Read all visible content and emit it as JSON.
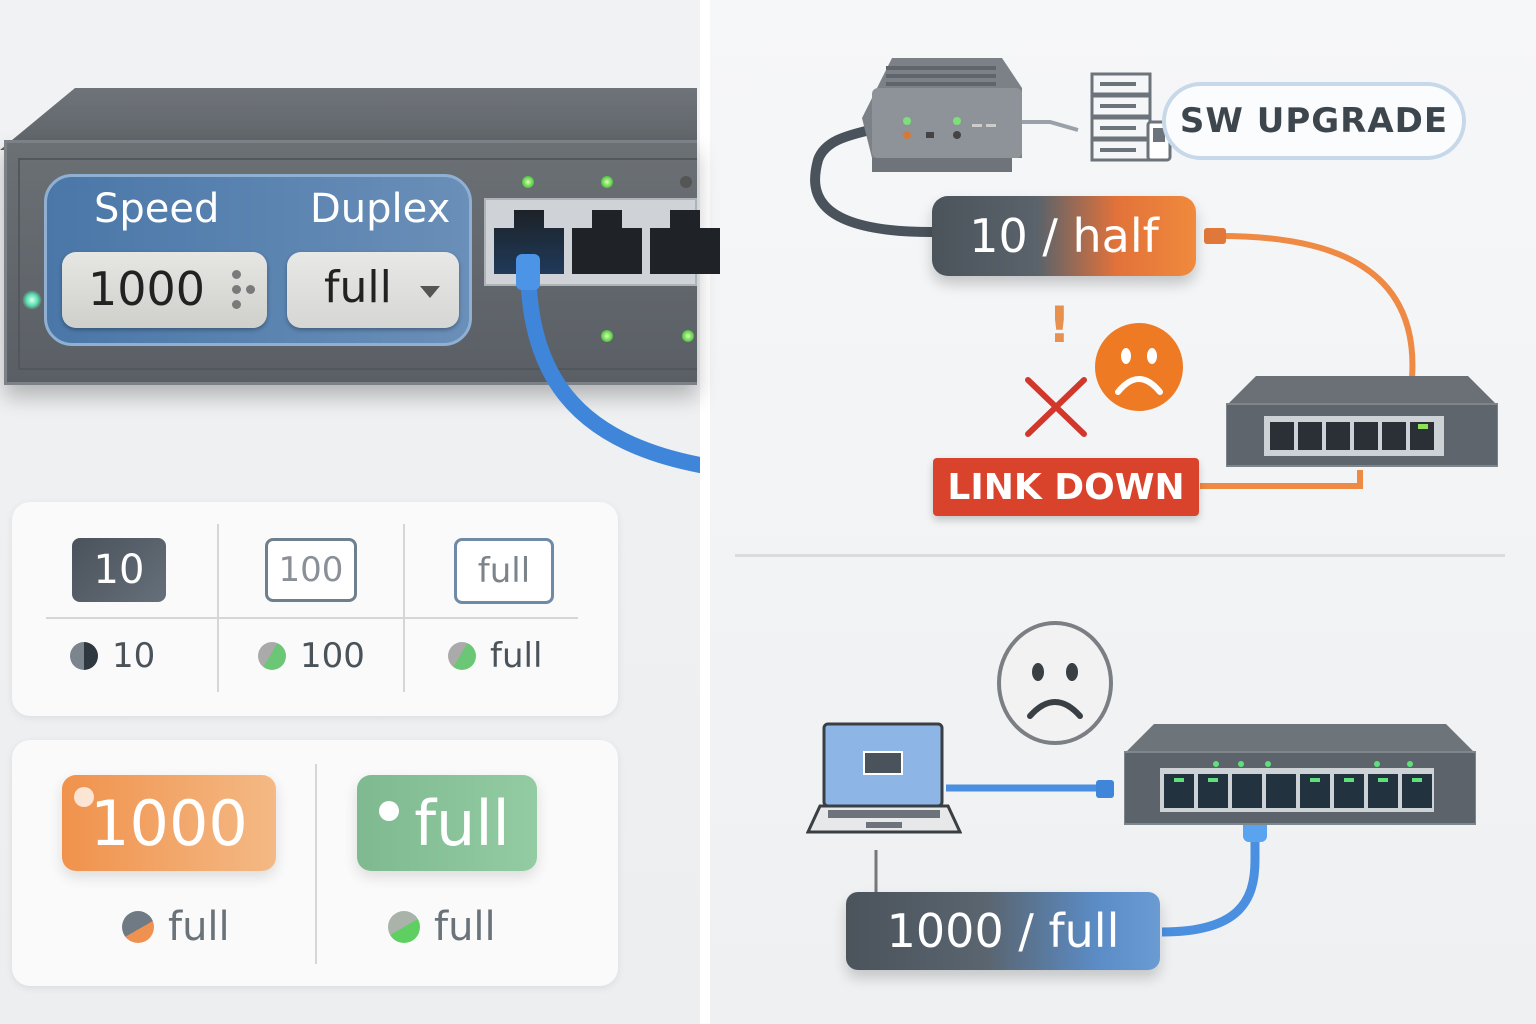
{
  "left_panel": {
    "switch_config": {
      "speed_label": "Speed",
      "duplex_label": "Duplex",
      "speed_value": "1000",
      "duplex_value": "full"
    },
    "legend_card": {
      "tags": [
        {
          "label": "10",
          "style": "filled-dark"
        },
        {
          "label": "100",
          "style": "outlined"
        },
        {
          "label": "full",
          "style": "outlined-blue"
        }
      ],
      "items": [
        {
          "label": "10"
        },
        {
          "label": "100"
        },
        {
          "label": "full"
        }
      ]
    },
    "status_card": {
      "tags": [
        {
          "label": "1000",
          "color": "#f0924c"
        },
        {
          "label": "full",
          "color": "#7fb98f"
        }
      ],
      "items": [
        {
          "label": "full"
        },
        {
          "label": "full"
        }
      ]
    }
  },
  "right_panel": {
    "top_scenario": {
      "upgrade_label": "SW UPGRADE",
      "negotiated": "10 / half",
      "warning": "!",
      "status": "LINK DOWN",
      "status_color": "#d9432b"
    },
    "bottom_scenario": {
      "negotiated": "1000 / full"
    }
  },
  "colors": {
    "blue_cable": "#4a8fe0",
    "orange_cable": "#ee8a44",
    "led_green": "#5fcf4a"
  }
}
